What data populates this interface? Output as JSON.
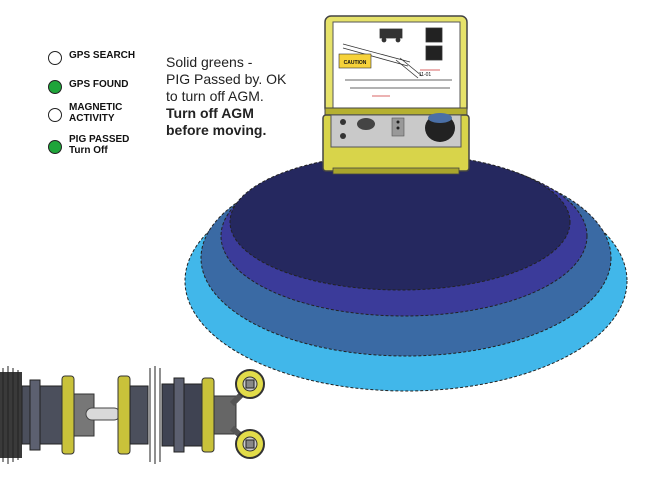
{
  "legend": {
    "items": [
      {
        "label": "GPS SEARCH",
        "state": "off",
        "color": "#ffffff"
      },
      {
        "label": "GPS FOUND",
        "state": "on",
        "color": "#1fa43a"
      },
      {
        "label": "MAGNETIC\nACTIVITY",
        "state": "off",
        "color": "#ffffff"
      },
      {
        "label": "PIG PASSED\nTurn Off",
        "state": "on",
        "color": "#1fa43a"
      }
    ]
  },
  "note": {
    "line1": "Solid greens -",
    "line2": "PIG Passed by. OK",
    "line3": "to turn off AGM.",
    "bold1": "Turn off AGM",
    "bold2": "before moving."
  },
  "device": {
    "caution_label": "CAUTION",
    "tag_label": "11-01",
    "colors": {
      "case": "#d8d44a",
      "lid": "#e6e26a"
    }
  },
  "signal_rings": {
    "colors": [
      "#41b7ea",
      "#3a6aa4",
      "#3b3b9a",
      "#25285f"
    ]
  }
}
